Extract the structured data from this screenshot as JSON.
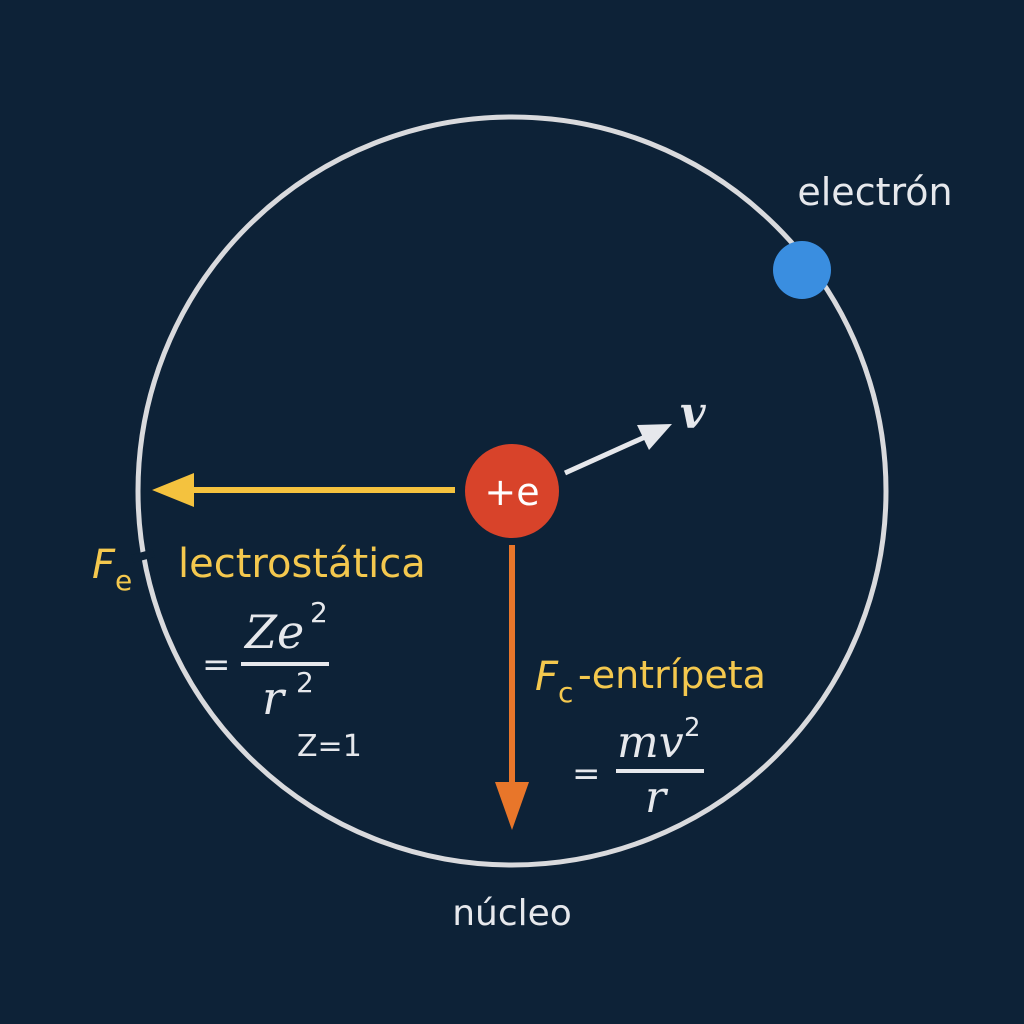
{
  "colors": {
    "background": "#0d2237",
    "orbit": "#d9dadd",
    "electron": "#3a8ee0",
    "nucleus": "#d8432a",
    "electrostatic_force": "#f4c23e",
    "centripetal_force": "#e8762a",
    "velocity": "#e6e8ec",
    "text": "#e6e8ec"
  },
  "labels": {
    "electron": "electrón",
    "nucleus_charge": "+e",
    "velocity": "v",
    "nucleus": "núcleo"
  },
  "electrostatic": {
    "symbol": "F",
    "subscript": "e",
    "name": "lectrostática",
    "equals": "=",
    "numerator": "Ze",
    "numerator_exp": "2",
    "denominator": "r",
    "denominator_exp": "2",
    "note": "Z=1"
  },
  "centripetal": {
    "symbol": "F",
    "subscript": "c",
    "name": "-entrípeta",
    "equals": "=",
    "numerator": "mv",
    "numerator_exp": "2",
    "denominator": "r"
  }
}
